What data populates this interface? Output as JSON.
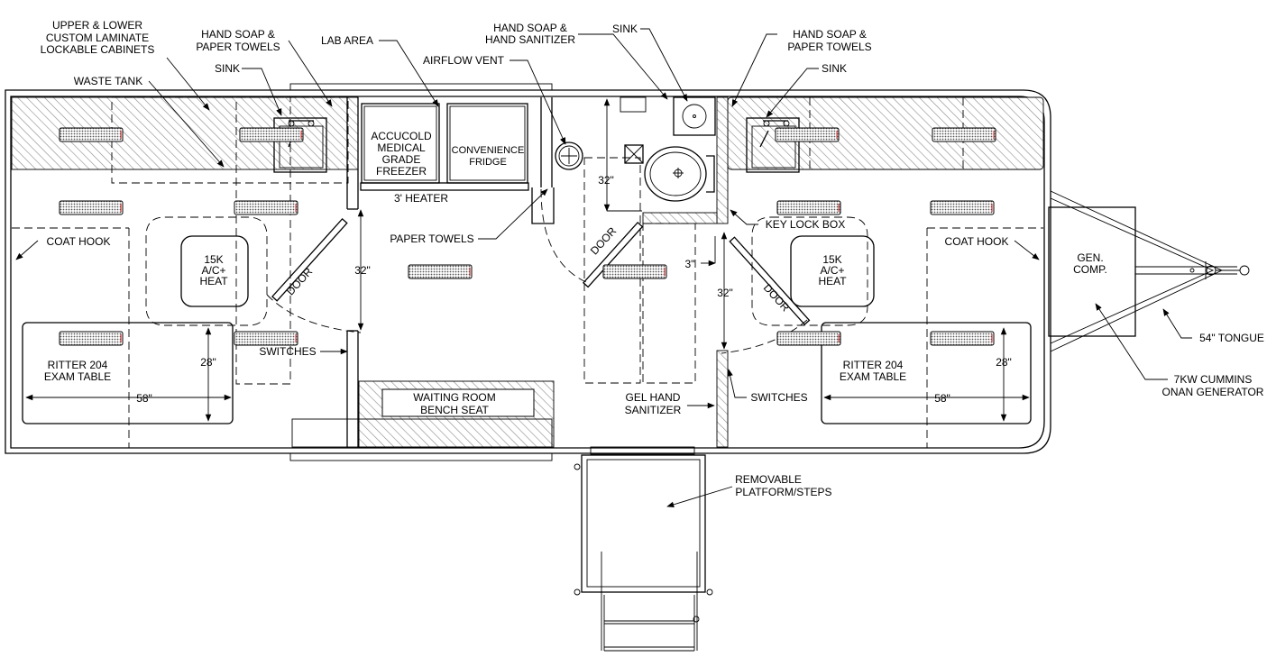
{
  "colors": {
    "line": "#000000",
    "hatch": "#8a8a8a",
    "light_red": "#cc2222"
  },
  "labels": {
    "cabinets": [
      "UPPER & LOWER",
      "CUSTOM LAMINATE",
      "LOCKABLE CABINETS"
    ],
    "waste_tank": "WASTE TANK",
    "soap_towels_left": [
      "HAND SOAP &",
      "PAPER TOWELS"
    ],
    "sink_left": "SINK",
    "lab_area": "LAB AREA",
    "airflow_vent": "AIRFLOW VENT",
    "soap_sanitizer": [
      "HAND SOAP &",
      "HAND SANITIZER"
    ],
    "sink_mid": "SINK",
    "soap_towels_right": [
      "HAND SOAP &",
      "PAPER TOWELS"
    ],
    "sink_right": "SINK",
    "freezer": [
      "ACCUCOLD",
      "MEDICAL",
      "GRADE",
      "FREEZER"
    ],
    "fridge": [
      "CONVENIENCE",
      "FRIDGE"
    ],
    "heater": "3' HEATER",
    "paper_towels": "PAPER TOWELS",
    "key_lock_box": "KEY LOCK BOX",
    "coat_hook_left": "COAT HOOK",
    "coat_hook_right": "COAT HOOK",
    "ac_left": [
      "15K",
      "A/C+",
      "HEAT"
    ],
    "ac_right": [
      "15K",
      "A/C+",
      "HEAT"
    ],
    "door": "DOOR",
    "dim_32": "32\"",
    "dim_3": "3\"",
    "dim_28": "28\"",
    "dim_58": "58\"",
    "switches_left": "SWITCHES",
    "switches_right": "SWITCHES",
    "exam_left": [
      "RITTER 204",
      "EXAM TABLE"
    ],
    "exam_right": [
      "RITTER 204",
      "EXAM TABLE"
    ],
    "bench": [
      "WAITING ROOM",
      "BENCH SEAT"
    ],
    "gel": [
      "GEL HAND",
      "SANITIZER"
    ],
    "generator_compartment": [
      "GEN.",
      "COMP."
    ],
    "tongue": "54\" TONGUE",
    "generator": [
      "7KW CUMMINS",
      "ONAN GENERATOR"
    ],
    "platform": [
      "REMOVABLE",
      "PLATFORM/STEPS"
    ]
  }
}
